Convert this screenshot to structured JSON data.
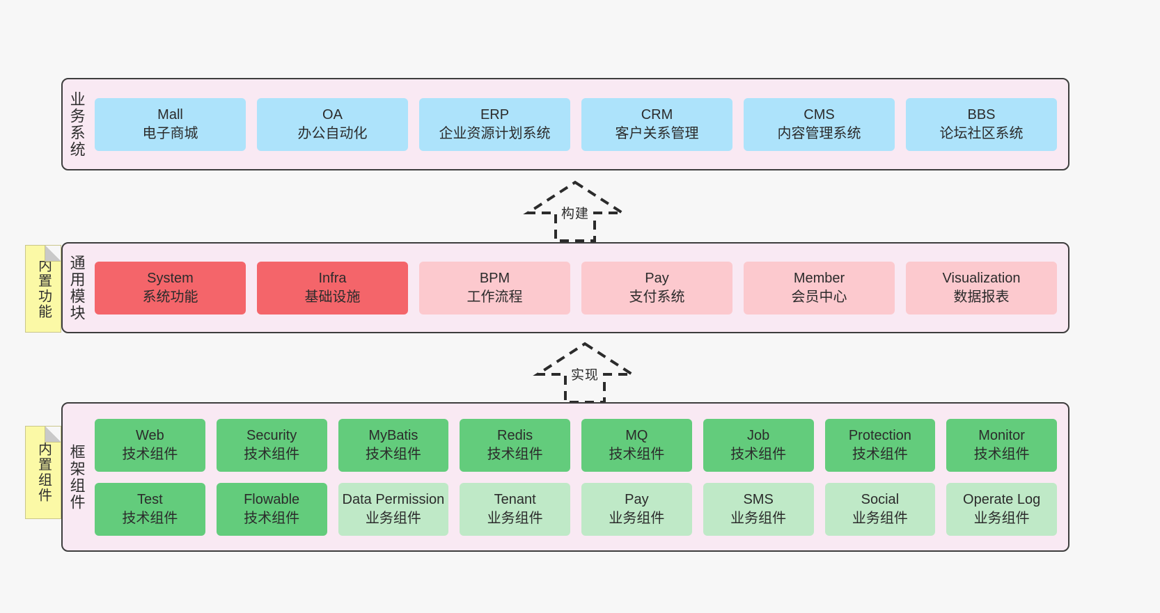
{
  "canvas": {
    "background": "#f7f7f7",
    "section_fill": "#f9e9f3",
    "section_border": "#3d3d3d",
    "sticky_fill": "#fbf9a6"
  },
  "sections": [
    {
      "id": "business",
      "label": "业务系统",
      "rows": [
        {
          "cards": [
            {
              "title": "Mall",
              "sub": "电子商城",
              "color": "#ade3fb",
              "variant": "c-blue"
            },
            {
              "title": "OA",
              "sub": "办公自动化",
              "color": "#ade3fb",
              "variant": "c-blue"
            },
            {
              "title": "ERP",
              "sub": "企业资源计划系统",
              "color": "#ade3fb",
              "variant": "c-blue"
            },
            {
              "title": "CRM",
              "sub": "客户关系管理",
              "color": "#ade3fb",
              "variant": "c-blue"
            },
            {
              "title": "CMS",
              "sub": "内容管理系统",
              "color": "#ade3fb",
              "variant": "c-blue"
            },
            {
              "title": "BBS",
              "sub": "论坛社区系统",
              "color": "#ade3fb",
              "variant": "c-blue"
            }
          ]
        }
      ]
    },
    {
      "id": "common",
      "label": "通用模块",
      "sticky": "内置功能",
      "rows": [
        {
          "cards": [
            {
              "title": "System",
              "sub": "系统功能",
              "color": "#f4656a",
              "variant": "c-red"
            },
            {
              "title": "Infra",
              "sub": "基础设施",
              "color": "#f4656a",
              "variant": "c-red"
            },
            {
              "title": "BPM",
              "sub": "工作流程",
              "color": "#fcc9ce",
              "variant": "c-pink"
            },
            {
              "title": "Pay",
              "sub": "支付系统",
              "color": "#fcc9ce",
              "variant": "c-pink"
            },
            {
              "title": "Member",
              "sub": "会员中心",
              "color": "#fcc9ce",
              "variant": "c-pink"
            },
            {
              "title": "Visualization",
              "sub": "数据报表",
              "color": "#fcc9ce",
              "variant": "c-pink"
            }
          ]
        }
      ]
    },
    {
      "id": "framework",
      "label": "框架组件",
      "sticky": "内置组件",
      "rows": [
        {
          "cards": [
            {
              "title": "Web",
              "sub": "技术组件",
              "color": "#63cc7c",
              "variant": "c-green"
            },
            {
              "title": "Security",
              "sub": "技术组件",
              "color": "#63cc7c",
              "variant": "c-green"
            },
            {
              "title": "MyBatis",
              "sub": "技术组件",
              "color": "#63cc7c",
              "variant": "c-green"
            },
            {
              "title": "Redis",
              "sub": "技术组件",
              "color": "#63cc7c",
              "variant": "c-green"
            },
            {
              "title": "MQ",
              "sub": "技术组件",
              "color": "#63cc7c",
              "variant": "c-green"
            },
            {
              "title": "Job",
              "sub": "技术组件",
              "color": "#63cc7c",
              "variant": "c-green"
            },
            {
              "title": "Protection",
              "sub": "技术组件",
              "color": "#63cc7c",
              "variant": "c-green"
            },
            {
              "title": "Monitor",
              "sub": "技术组件",
              "color": "#63cc7c",
              "variant": "c-green"
            }
          ]
        },
        {
          "cards": [
            {
              "title": "Test",
              "sub": "技术组件",
              "color": "#63cc7c",
              "variant": "c-green"
            },
            {
              "title": "Flowable",
              "sub": "技术组件",
              "color": "#63cc7c",
              "variant": "c-green"
            },
            {
              "title": "Data Permission",
              "sub": "业务组件",
              "color": "#bfe9c7",
              "variant": "c-green-light"
            },
            {
              "title": "Tenant",
              "sub": "业务组件",
              "color": "#bfe9c7",
              "variant": "c-green-light"
            },
            {
              "title": "Pay",
              "sub": "业务组件",
              "color": "#bfe9c7",
              "variant": "c-green-light"
            },
            {
              "title": "SMS",
              "sub": "业务组件",
              "color": "#bfe9c7",
              "variant": "c-green-light"
            },
            {
              "title": "Social",
              "sub": "业务组件",
              "color": "#bfe9c7",
              "variant": "c-green-light"
            },
            {
              "title": "Operate Log",
              "sub": "业务组件",
              "color": "#bfe9c7",
              "variant": "c-green-light"
            }
          ]
        }
      ]
    }
  ],
  "arrows": [
    {
      "id": "build",
      "label": "构建",
      "direction": "up",
      "style": "dashed-hollow-triangle"
    },
    {
      "id": "realize",
      "label": "实现",
      "direction": "up",
      "style": "dashed-hollow-triangle"
    }
  ]
}
